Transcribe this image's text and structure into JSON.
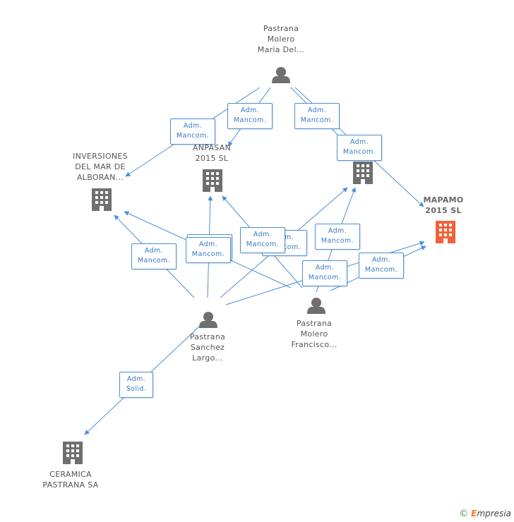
{
  "colors": {
    "edge": "#4a8fd9",
    "person_icon": "#6f6f6f",
    "company_icon": "#6f6f6f",
    "focus_company_icon": "#f0623a"
  },
  "nodes": {
    "pastrana_molero_maria": {
      "lines": [
        "Pastrana",
        "Molero",
        "Maria Del..."
      ],
      "icon": "person-icon"
    },
    "inversiones_del_mar": {
      "lines": [
        "INVERSIONES",
        "DEL MAR DE",
        "ALBORAN..."
      ],
      "icon": "building-icon"
    },
    "anpasan": {
      "lines": [
        "ANPASAN",
        "2015 SL"
      ],
      "icon": "building-icon"
    },
    "unnamed_company": {
      "lines": [],
      "icon": "building-icon"
    },
    "mapamo": {
      "lines": [
        "MAPAMO",
        "2015 SL"
      ],
      "icon": "building-icon"
    },
    "pastrana_sanchez_largo": {
      "lines": [
        "Pastrana",
        "Sanchez",
        "Largo..."
      ],
      "icon": "person-icon"
    },
    "pastrana_molero_francisco": {
      "lines": [
        "Pastrana",
        "Molero",
        "Francisco..."
      ],
      "icon": "person-icon"
    },
    "ceramica_pastrana": {
      "lines": [
        "CERAMICA",
        "PASTRANA SA"
      ],
      "icon": "building-icon"
    }
  },
  "edge_labels": {
    "mancom": [
      "Adm.",
      "Mancom."
    ],
    "solid": [
      "Adm.",
      "Solid."
    ]
  },
  "footer": {
    "copyright": "©",
    "brand_initial": "E",
    "brand_rest": "mpresia"
  }
}
